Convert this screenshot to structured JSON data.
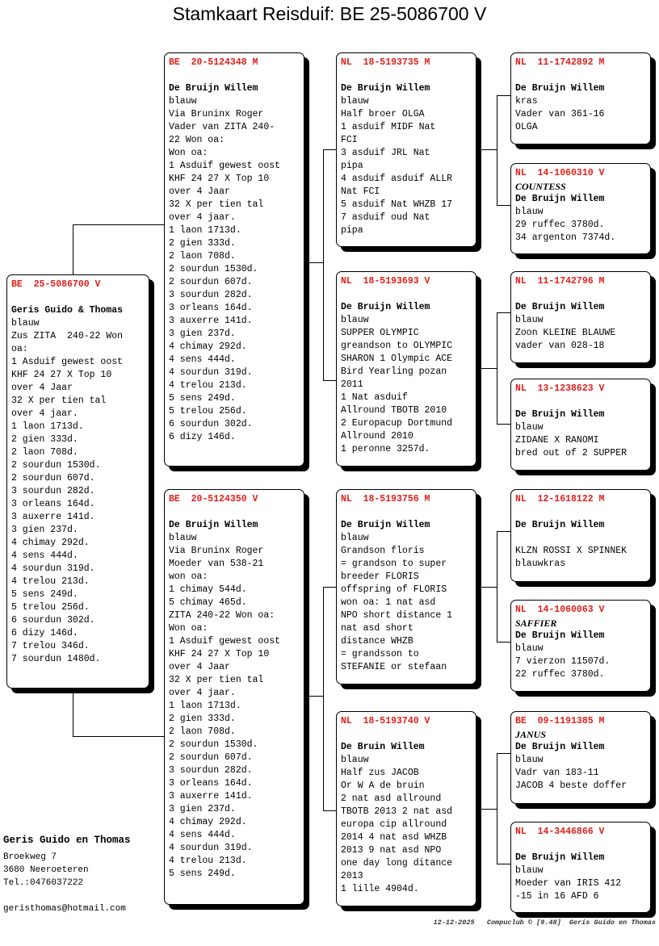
{
  "title": "Stamkaart Reisduif: BE  25-5086700 V",
  "boxes": {
    "subject": {
      "ring": "BE  25-5086700 V",
      "name": "",
      "owner": "Geris Guido & Thomas",
      "lines": [
        "blauw",
        "Zus ZITA  240-22 Won",
        "oa:",
        "1 Asduif gewest oost",
        "KHF 24 27 X Top 10",
        "over 4 Jaar",
        "32 X per tien tal",
        "over 4 jaar.",
        "1 laon 1713d.",
        "2 gien 333d.",
        "2 laon 708d.",
        "2 sourdun 1530d.",
        "2 sourdun 607d.",
        "3 sourdun 282d.",
        "3 orleans 164d.",
        "3 auxerre 141d.",
        "3 gien 237d.",
        "4 chimay 292d.",
        "4 sens 444d.",
        "4 sourdun 319d.",
        "4 trelou 213d.",
        "5 sens 249d.",
        "5 trelou 256d.",
        "6 sourdun 302d.",
        "6 dizy 146d.",
        "7 trelou 346d.",
        "7 sourdun 1480d."
      ]
    },
    "father": {
      "ring": "BE  20-5124348 M",
      "name": "",
      "owner": "De Bruijn Willem",
      "lines": [
        "blauw",
        "Via Bruninx Roger",
        "Vader van ZITA 240-",
        "22 Won oa:",
        "Won oa:",
        "1 Asduif gewest oost",
        "KHF 24 27 X Top 10",
        "over 4 Jaar",
        "32 X per tien tal",
        "over 4 jaar.",
        "1 laon 1713d.",
        "2 gien 333d.",
        "2 laon 708d.",
        "2 sourdun 1530d.",
        "2 sourdun 607d.",
        "3 sourdun 282d.",
        "3 orleans 164d.",
        "3 auxerre 141d.",
        "3 gien 237d.",
        "4 chimay 292d.",
        "4 sens 444d.",
        "4 sourdun 319d.",
        "4 trelou 213d.",
        "5 sens 249d.",
        "5 trelou 256d.",
        "6 sourdun 302d.",
        "6 dizy 146d."
      ]
    },
    "mother": {
      "ring": "BE  20-5124350 V",
      "name": "",
      "owner": "De Bruijn Willem",
      "lines": [
        "blauw",
        "Via Bruninx Roger",
        "Moeder van 538-21",
        "won oa:",
        "1 chimay 544d.",
        "5 chimay 465d.",
        "ZITA 240-22 Won oa:",
        "Won oa:",
        "1 Asduif gewest oost",
        "KHF 24 27 X Top 10",
        "over 4 Jaar",
        "32 X per tien tal",
        "over 4 jaar.",
        "1 laon 1713d.",
        "2 gien 333d.",
        "2 laon 708d.",
        "2 sourdun 1530d.",
        "2 sourdun 607d.",
        "3 sourdun 282d.",
        "3 orleans 164d.",
        "3 auxerre 141d.",
        "3 gien 237d.",
        "4 chimay 292d.",
        "4 sens 444d.",
        "4 sourdun 319d.",
        "4 trelou 213d.",
        "5 sens 249d."
      ]
    },
    "ff": {
      "ring": "NL  18-5193735 M",
      "name": "",
      "owner": "De Bruijn Willem",
      "lines": [
        "blauw",
        "Half broer OLGA",
        "1 asduif MIDF Nat",
        "FCI",
        "3 asduif JRL Nat",
        "pipa",
        "4 asduif asduif ALLR",
        "Nat FCI",
        "5 asduif Nat WHZB 17",
        "7 asduif oud Nat",
        "pipa"
      ]
    },
    "fm": {
      "ring": "NL  18-5193693 V",
      "name": "",
      "owner": "De Bruijn Willem",
      "lines": [
        "blauw",
        "SUPPER OLYMPIC",
        "greandson to OLYMPIC",
        "SHARON 1 Olympic ACE",
        "Bird Yearling pozan",
        "2011",
        "1 Nat asduif",
        "Allround TBOTB 2010",
        "2 Europacup Dortmund",
        "Allround 2010",
        "1 peronne 3257d."
      ]
    },
    "mf": {
      "ring": "NL  18-5193756 M",
      "name": "",
      "owner": "De Bruijn Willem",
      "lines": [
        "blauw",
        "Grandson floris",
        "= grandson to super",
        "breeder FLORIS",
        "offspring of FLORIS",
        "won oa: 1 nat asd",
        "NPO short distance 1",
        "nat asd short",
        "distance WHZB",
        "= grandsson to",
        "STEFANIE or stefaan"
      ]
    },
    "mm": {
      "ring": "NL  18-5193740 V",
      "name": "",
      "owner": "De Bruin Willem",
      "lines": [
        "blauw",
        "Half zus JACOB",
        "Or W A de bruin",
        "2 nat asd allround",
        "TBOTB 2013 2 nat asd",
        "europa cip allround",
        "2014 4 nat asd WHZB",
        "2013 9 nat asd NPO",
        "one day long ditance",
        "2013",
        "1 lille 4904d."
      ]
    },
    "fff": {
      "ring": "NL  11-1742892 M",
      "name": "",
      "owner": "De Bruijn Willem",
      "lines": [
        "kras",
        "Vader van 361-16",
        "OLGA"
      ]
    },
    "ffm": {
      "ring": "NL  14-1060310 V",
      "name": "COUNTESS",
      "owner": "De Bruijn Willem",
      "lines": [
        "blauw",
        "29 ruffec 3780d.",
        "34 argenton 7374d."
      ]
    },
    "fmf": {
      "ring": "NL  11-1742796 M",
      "name": "",
      "owner": "De Bruijn Willem",
      "lines": [
        "blauw",
        "Zoon KLEINE BLAUWE",
        "vader van 028-18"
      ]
    },
    "fmm": {
      "ring": "NL  13-1238623 V",
      "name": "",
      "owner": "De Bruijn Willem",
      "lines": [
        "blauw",
        "ZIDANE X RANOMI",
        "bred out of 2 SUPPER"
      ]
    },
    "mff": {
      "ring": "NL  12-1618122 M",
      "name": "",
      "owner": "De Bruijn Willem",
      "lines": [
        "",
        "KLZN ROSSI X SPINNEK",
        "blauwkras"
      ]
    },
    "mfm": {
      "ring": "NL  14-1060063 V",
      "name": "SAFFIER",
      "owner": "De Bruijn Willem",
      "lines": [
        "blauw",
        "7 vierzon 11507d.",
        "22 ruffec 3780d."
      ]
    },
    "mmf": {
      "ring": "BE  09-1191385 M",
      "name": "JANUS",
      "owner": "De Bruijn Willem",
      "lines": [
        "blauw",
        "Vadr van 183-11",
        "JACOB 4 beste doffer"
      ]
    },
    "mmm": {
      "ring": "NL  14-3446866 V",
      "name": "",
      "owner": "De Bruijn Willem",
      "lines": [
        "blauw",
        "Moeder van IRIS 412",
        "-15 in 16 AFD 6"
      ]
    }
  },
  "footer": {
    "owner": "Geris Guido en Thomas",
    "address": "Broekweg 7",
    "city": "3680  Neeroeteren",
    "phone": "Tel.:0476037222",
    "email": "geristhomas@hotmail.com",
    "stamp": "12-12-2025   Compuclub © [9.48]  Geris Guido en Thomas"
  },
  "colors": {
    "ring": "#e0201c"
  }
}
